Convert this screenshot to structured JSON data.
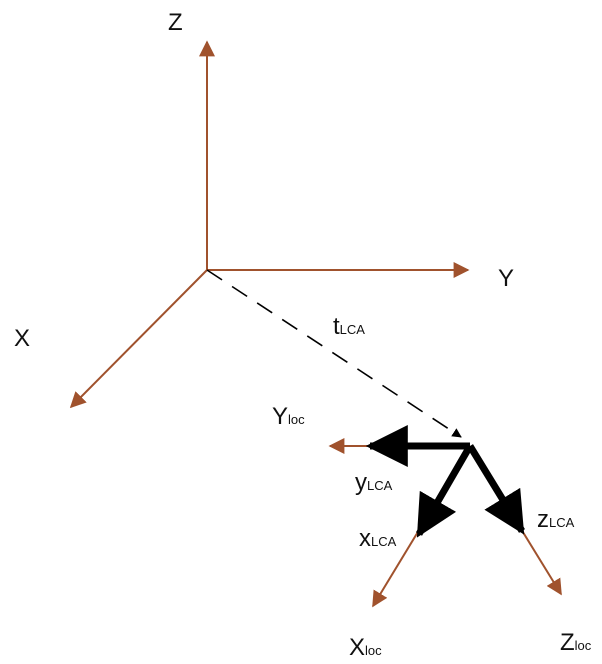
{
  "colors": {
    "axis": "#a0522d",
    "frame": "#000000",
    "text": "#111111",
    "background": "#ffffff"
  },
  "labels": {
    "global_z": "Z",
    "global_y": "Y",
    "global_x": "X",
    "translation": {
      "main": "t",
      "sub": "LCA"
    },
    "loc_y": {
      "main": "Y",
      "sub": "loc"
    },
    "loc_x": {
      "main": "X",
      "sub": "loc"
    },
    "loc_z": {
      "main": "Z",
      "sub": "loc"
    },
    "lca_y": {
      "main": "y",
      "sub": "LCA"
    },
    "lca_x": {
      "main": "x",
      "sub": "LCA"
    },
    "lca_z": {
      "main": "z",
      "sub": "LCA"
    }
  }
}
